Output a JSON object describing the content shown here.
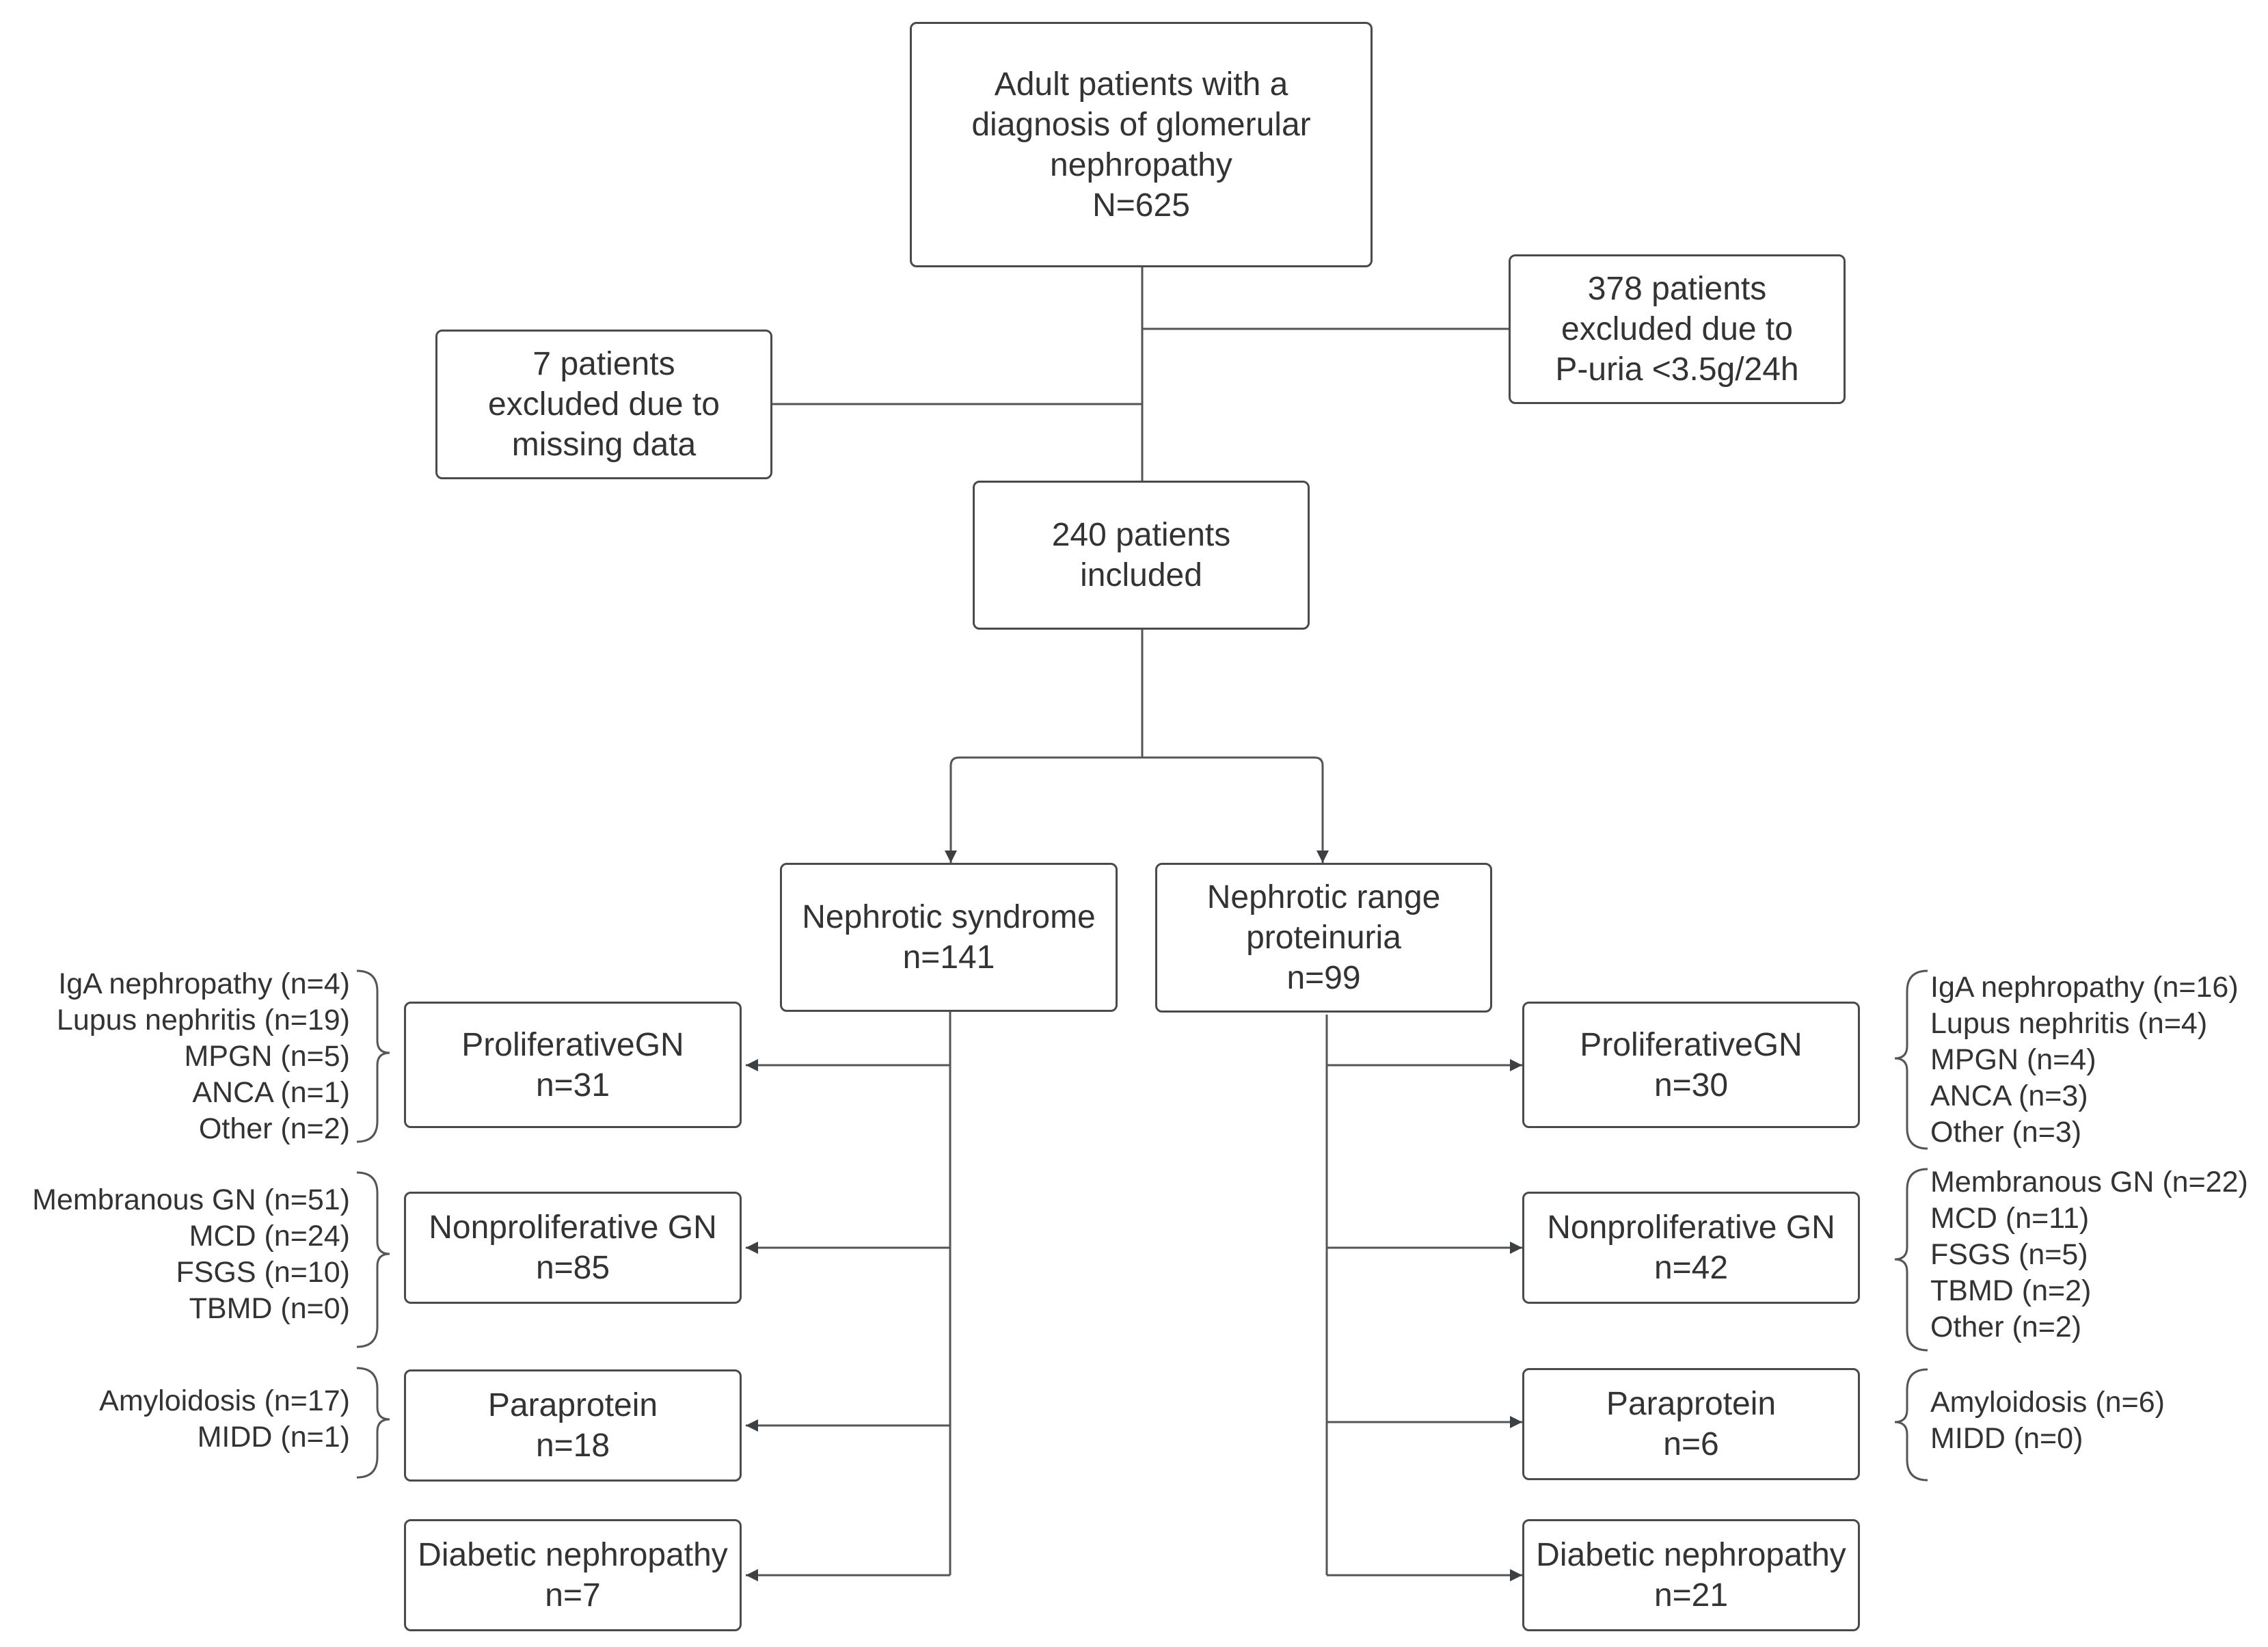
{
  "top": {
    "lines": [
      "Adult patients with a",
      "diagnosis of glomerular",
      "nephropathy",
      "N=625"
    ]
  },
  "excluded_missing": {
    "lines": [
      "7 patients",
      "excluded due to",
      "missing data"
    ]
  },
  "excluded_puria": {
    "lines": [
      "378 patients",
      "excluded due to",
      "P-uria <3.5g/24h"
    ]
  },
  "included": {
    "lines": [
      "240 patients",
      "included"
    ]
  },
  "nephrotic_syndrome": {
    "header": {
      "lines": [
        "Nephrotic syndrome",
        "n=141"
      ]
    },
    "groups": [
      {
        "lines": [
          "ProliferativeGN",
          "n=31"
        ],
        "details": [
          "IgA nephropathy (n=4)",
          "Lupus nephritis (n=19)",
          "MPGN (n=5)",
          "ANCA (n=1)",
          "Other (n=2)"
        ]
      },
      {
        "lines": [
          "Nonproliferative GN",
          "n=85"
        ],
        "details": [
          "Membranous GN (n=51)",
          "MCD (n=24)",
          "FSGS (n=10)",
          "TBMD (n=0)"
        ]
      },
      {
        "lines": [
          "Paraprotein",
          "n=18"
        ],
        "details": [
          "Amyloidosis (n=17)",
          "MIDD (n=1)"
        ]
      },
      {
        "lines": [
          "Diabetic nephropathy",
          "n=7"
        ],
        "details": []
      }
    ]
  },
  "nephrotic_range": {
    "header": {
      "lines": [
        "Nephrotic range",
        "proteinuria",
        "n=99"
      ]
    },
    "groups": [
      {
        "lines": [
          "ProliferativeGN",
          "n=30"
        ],
        "details": [
          "IgA nephropathy (n=16)",
          "Lupus nephritis (n=4)",
          "MPGN (n=4)",
          "ANCA (n=3)",
          "Other (n=3)"
        ]
      },
      {
        "lines": [
          "Nonproliferative GN",
          "n=42"
        ],
        "details": [
          "Membranous GN (n=22)",
          "MCD (n=11)",
          "FSGS (n=5)",
          "TBMD (n=2)",
          "Other (n=2)"
        ]
      },
      {
        "lines": [
          "Paraprotein",
          "n=6"
        ],
        "details": [
          "Amyloidosis (n=6)",
          "MIDD (n=0)"
        ]
      },
      {
        "lines": [
          "Diabetic nephropathy",
          "n=21"
        ],
        "details": []
      }
    ]
  },
  "colors": {
    "border": "#4a4a4a",
    "text": "#333333",
    "line": "#555555",
    "arrow": "#3c3f44"
  }
}
